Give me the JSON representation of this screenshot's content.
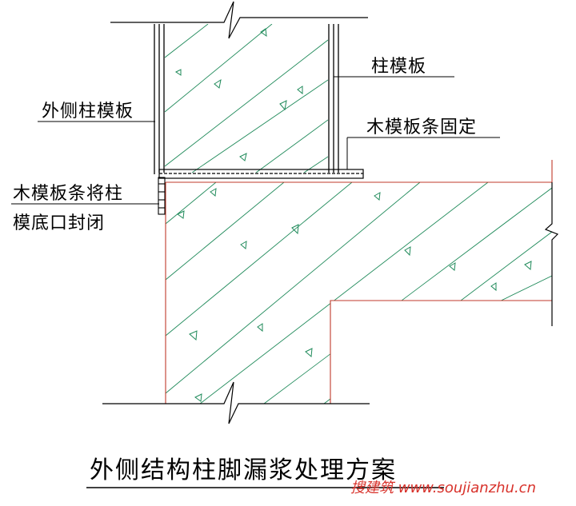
{
  "labels": {
    "column_formwork": "柱模板",
    "outer_column_formwork": "外侧柱模板",
    "timber_strip_fixed": "木模板条固定",
    "timber_strip_seal_line1": "木模板条将柱",
    "timber_strip_seal_line2": "模底口封闭"
  },
  "title": "外侧结构柱脚漏浆处理方案",
  "watermark": "搜建筑 www.soujianzhu.cn",
  "colors": {
    "line": "#000000",
    "concrete_outline": "#c0392b",
    "hatch": "#1f8a5a",
    "watermark": "#d8322b"
  }
}
